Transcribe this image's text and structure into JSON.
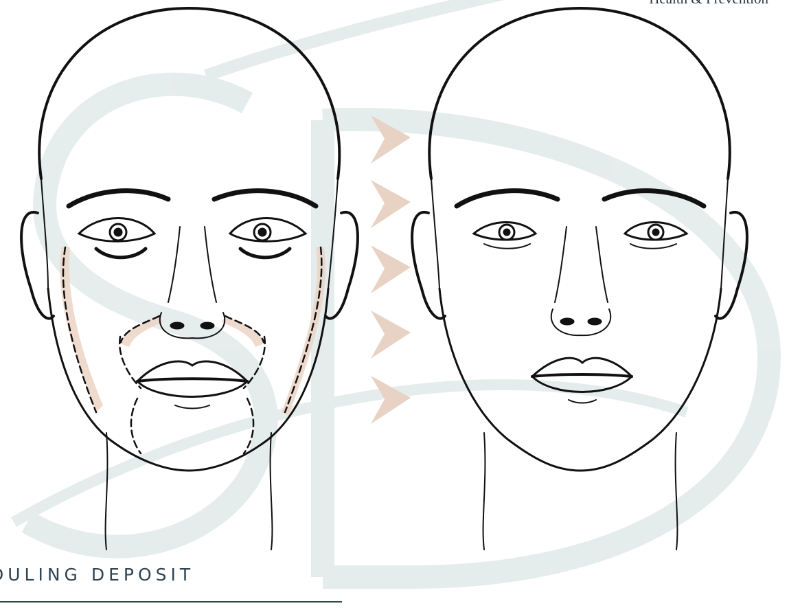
{
  "tagline": "Health & Prevention",
  "caption": "DULING DEPOSIT",
  "colors": {
    "watermark": "#e3ebeb",
    "arrow": "#e8d2c3",
    "deposit_fill": "#ecd5c6",
    "line": "#111111",
    "caption": "#2f4552"
  },
  "icons": {
    "arrow": "right-chevron-arrow",
    "watermark": "sd-monogram"
  },
  "figures": [
    {
      "name": "before-face",
      "feature": "dashed deposit zones"
    },
    {
      "name": "after-face",
      "feature": "clean contour"
    }
  ]
}
